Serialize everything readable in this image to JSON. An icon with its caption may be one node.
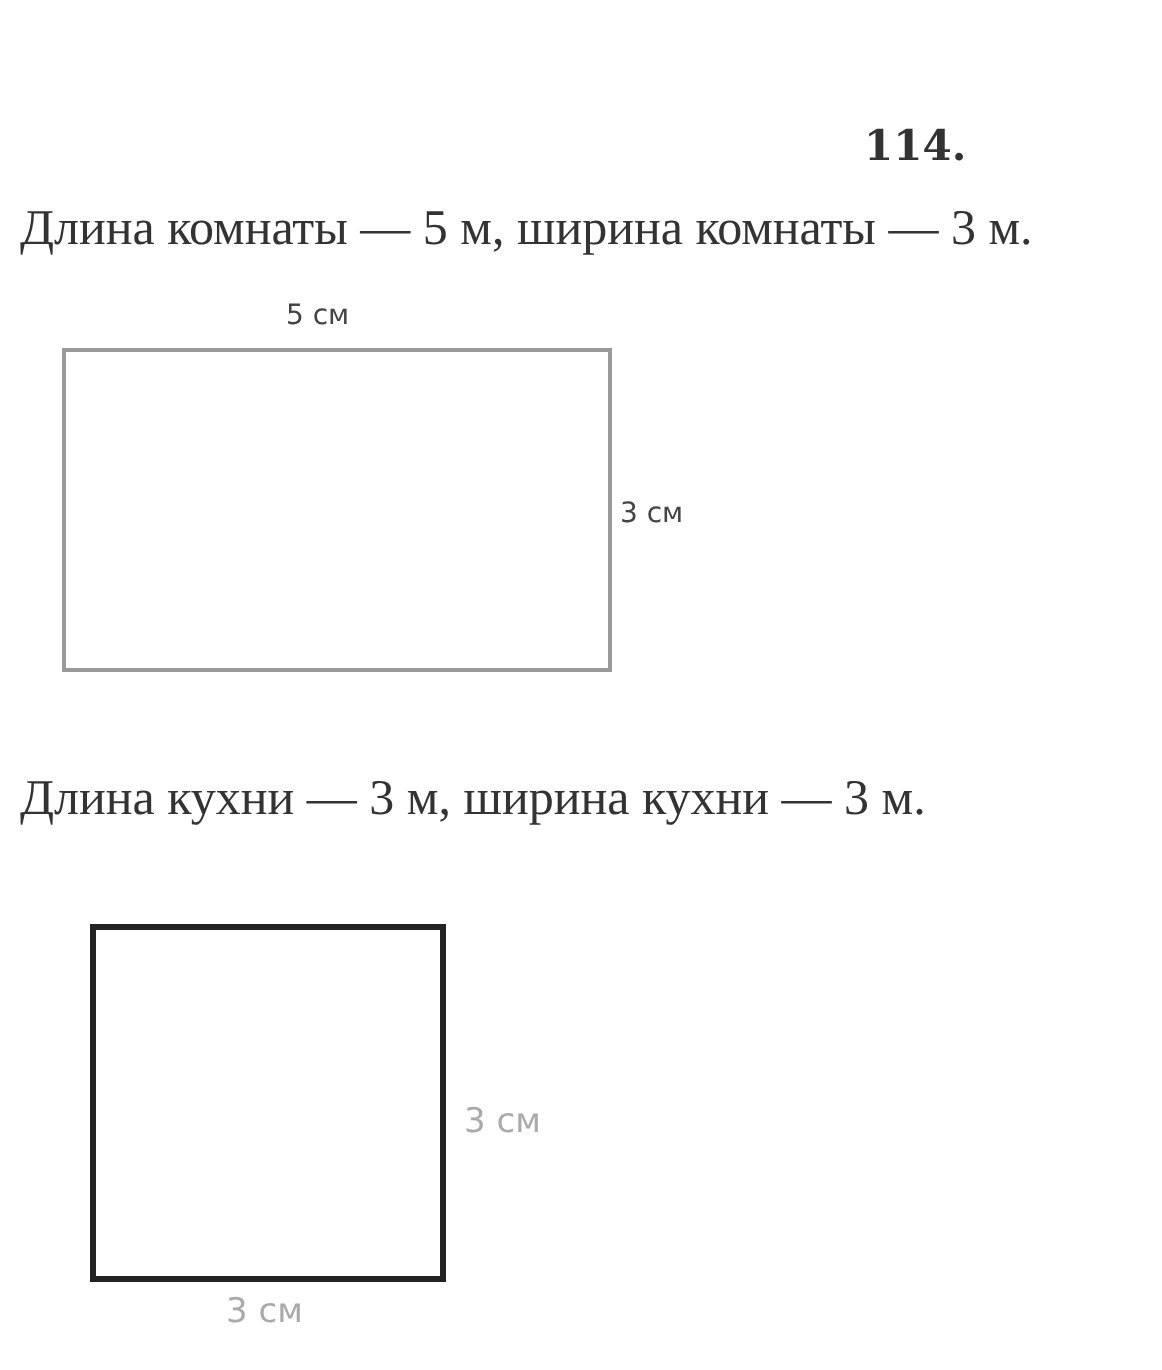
{
  "diagram": {
    "title": "114.",
    "nodes": [
      {
        "text": [],
        "shape": "box",
        "beside": [
          "5 см",
          "3 см"
        ]
      },
      {
        "text": [],
        "shape": "box",
        "beside": [
          "3 см",
          "3 см"
        ]
      }
    ],
    "labels": [
      "Длина комнаты — 5 м, ширина комнаты — 3 м.",
      "Длина кухни — 3 м, ширина кухни — 3 м."
    ]
  }
}
